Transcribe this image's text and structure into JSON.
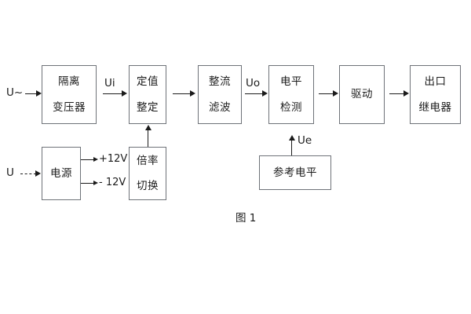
{
  "diagram": {
    "caption": "图 1",
    "inputs": [
      {
        "id": "ac-input",
        "label": "U~"
      },
      {
        "id": "dc-input",
        "label": "U"
      }
    ],
    "blocks": [
      {
        "id": "isolation-transformer",
        "line1": "隔离",
        "line2": "变压器"
      },
      {
        "id": "setting-value",
        "line1": "定值",
        "line2": "整定"
      },
      {
        "id": "rectify-filter",
        "line1": "整流",
        "line2": "滤波"
      },
      {
        "id": "level-detection",
        "line1": "电平",
        "line2": "检测"
      },
      {
        "id": "drive",
        "line1": "驱动",
        "line2": ""
      },
      {
        "id": "output-relay",
        "line1": "出口",
        "line2": "继电器"
      },
      {
        "id": "power-supply",
        "line1": "电源",
        "line2": ""
      },
      {
        "id": "multiplier-switch",
        "line1": "倍率",
        "line2": "切换"
      },
      {
        "id": "reference-level",
        "line1": "参考电平",
        "line2": ""
      }
    ],
    "signals": [
      {
        "id": "ui",
        "label": "Ui"
      },
      {
        "id": "uo",
        "label": "Uo"
      },
      {
        "id": "ue",
        "label": "Ue"
      }
    ],
    "rails": [
      {
        "id": "rail-pos-12v",
        "label": "+12V"
      },
      {
        "id": "rail-neg-12v",
        "label": "- 12V"
      }
    ],
    "colors": {
      "box_border": "#6e7278",
      "line": "#1b1b1b",
      "text": "#1b1b1b",
      "background": "#ffffff"
    }
  }
}
